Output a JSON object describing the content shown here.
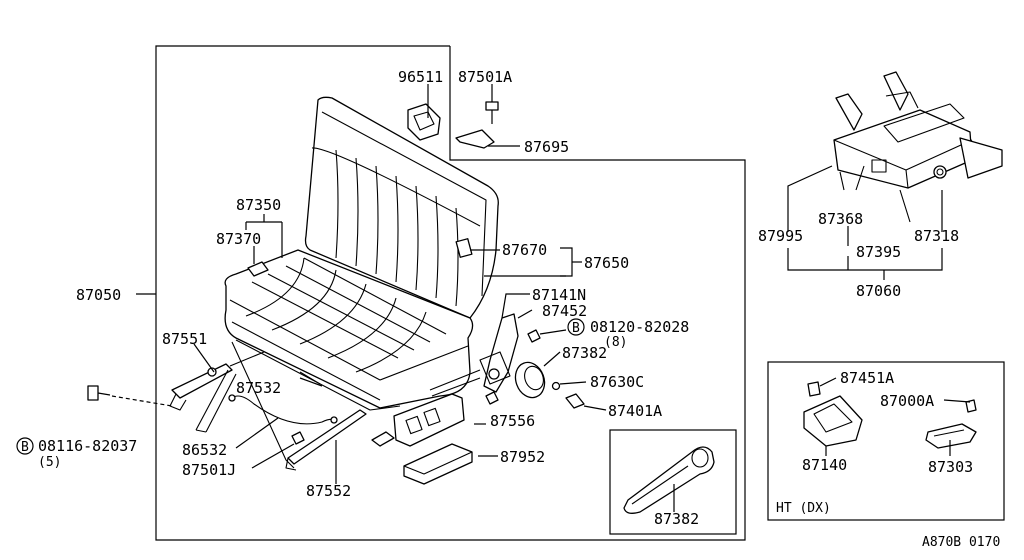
{
  "diagram": {
    "labels": {
      "p96511": "96511",
      "p87501A": "87501A",
      "p87695": "87695",
      "p87350": "87350",
      "p87370": "87370",
      "p87670": "87670",
      "p87650": "87650",
      "p87050": "87050",
      "p87141N": "87141N",
      "p87452": "87452",
      "p08120": "08120-82028",
      "p08120q": "(8)",
      "p87382a": "87382",
      "p87630C": "87630C",
      "p87401A": "87401A",
      "p87551": "87551",
      "p87532": "87532",
      "p86532": "86532",
      "p87501J": "87501J",
      "p87556": "87556",
      "p87952": "87952",
      "p87552": "87552",
      "p08116": "08116-82037",
      "p08116q": "(5)",
      "p87382b": "87382",
      "p87995": "87995",
      "p87368": "87368",
      "p87395": "87395",
      "p87318": "87318",
      "p87060": "87060",
      "p87451A": "87451A",
      "p87000A": "87000A",
      "p87140": "87140",
      "p87303": "87303",
      "inset_caption": "HT (DX)",
      "bolt_mark": "B",
      "figure_code": "A870B 0170"
    }
  }
}
